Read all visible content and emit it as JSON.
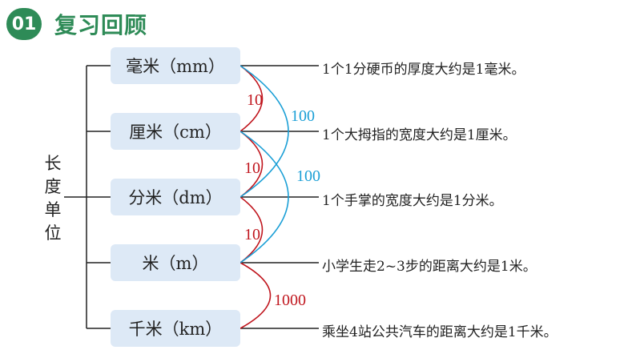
{
  "header": {
    "badge": "01",
    "title": "复习回顾"
  },
  "category": [
    "长",
    "度",
    "单",
    "位"
  ],
  "units": [
    {
      "label": "毫米（mm）",
      "desc": "1个1分硬币的厚度大约是1毫米。"
    },
    {
      "label": "厘米（cm）",
      "desc": "1个大拇指的宽度大约是1厘米。"
    },
    {
      "label": "分米（dm）",
      "desc": "1个手掌的宽度大约是1分米。"
    },
    {
      "label": "米（m）",
      "desc": "小学生走2~3步的距离大约是1米。"
    },
    {
      "label": "千米（km）",
      "desc": "乘坐4站公共汽车的距离大约是1千米。"
    }
  ],
  "rates": {
    "mm_cm": "10",
    "cm_dm": "10",
    "dm_m": "10",
    "m_km": "1000",
    "mm_dm": "100",
    "cm_m": "100"
  },
  "colors": {
    "red": "#c0161e",
    "blue": "#1a9fd6",
    "green": "#2e8b57",
    "box": "#dde9f6"
  }
}
